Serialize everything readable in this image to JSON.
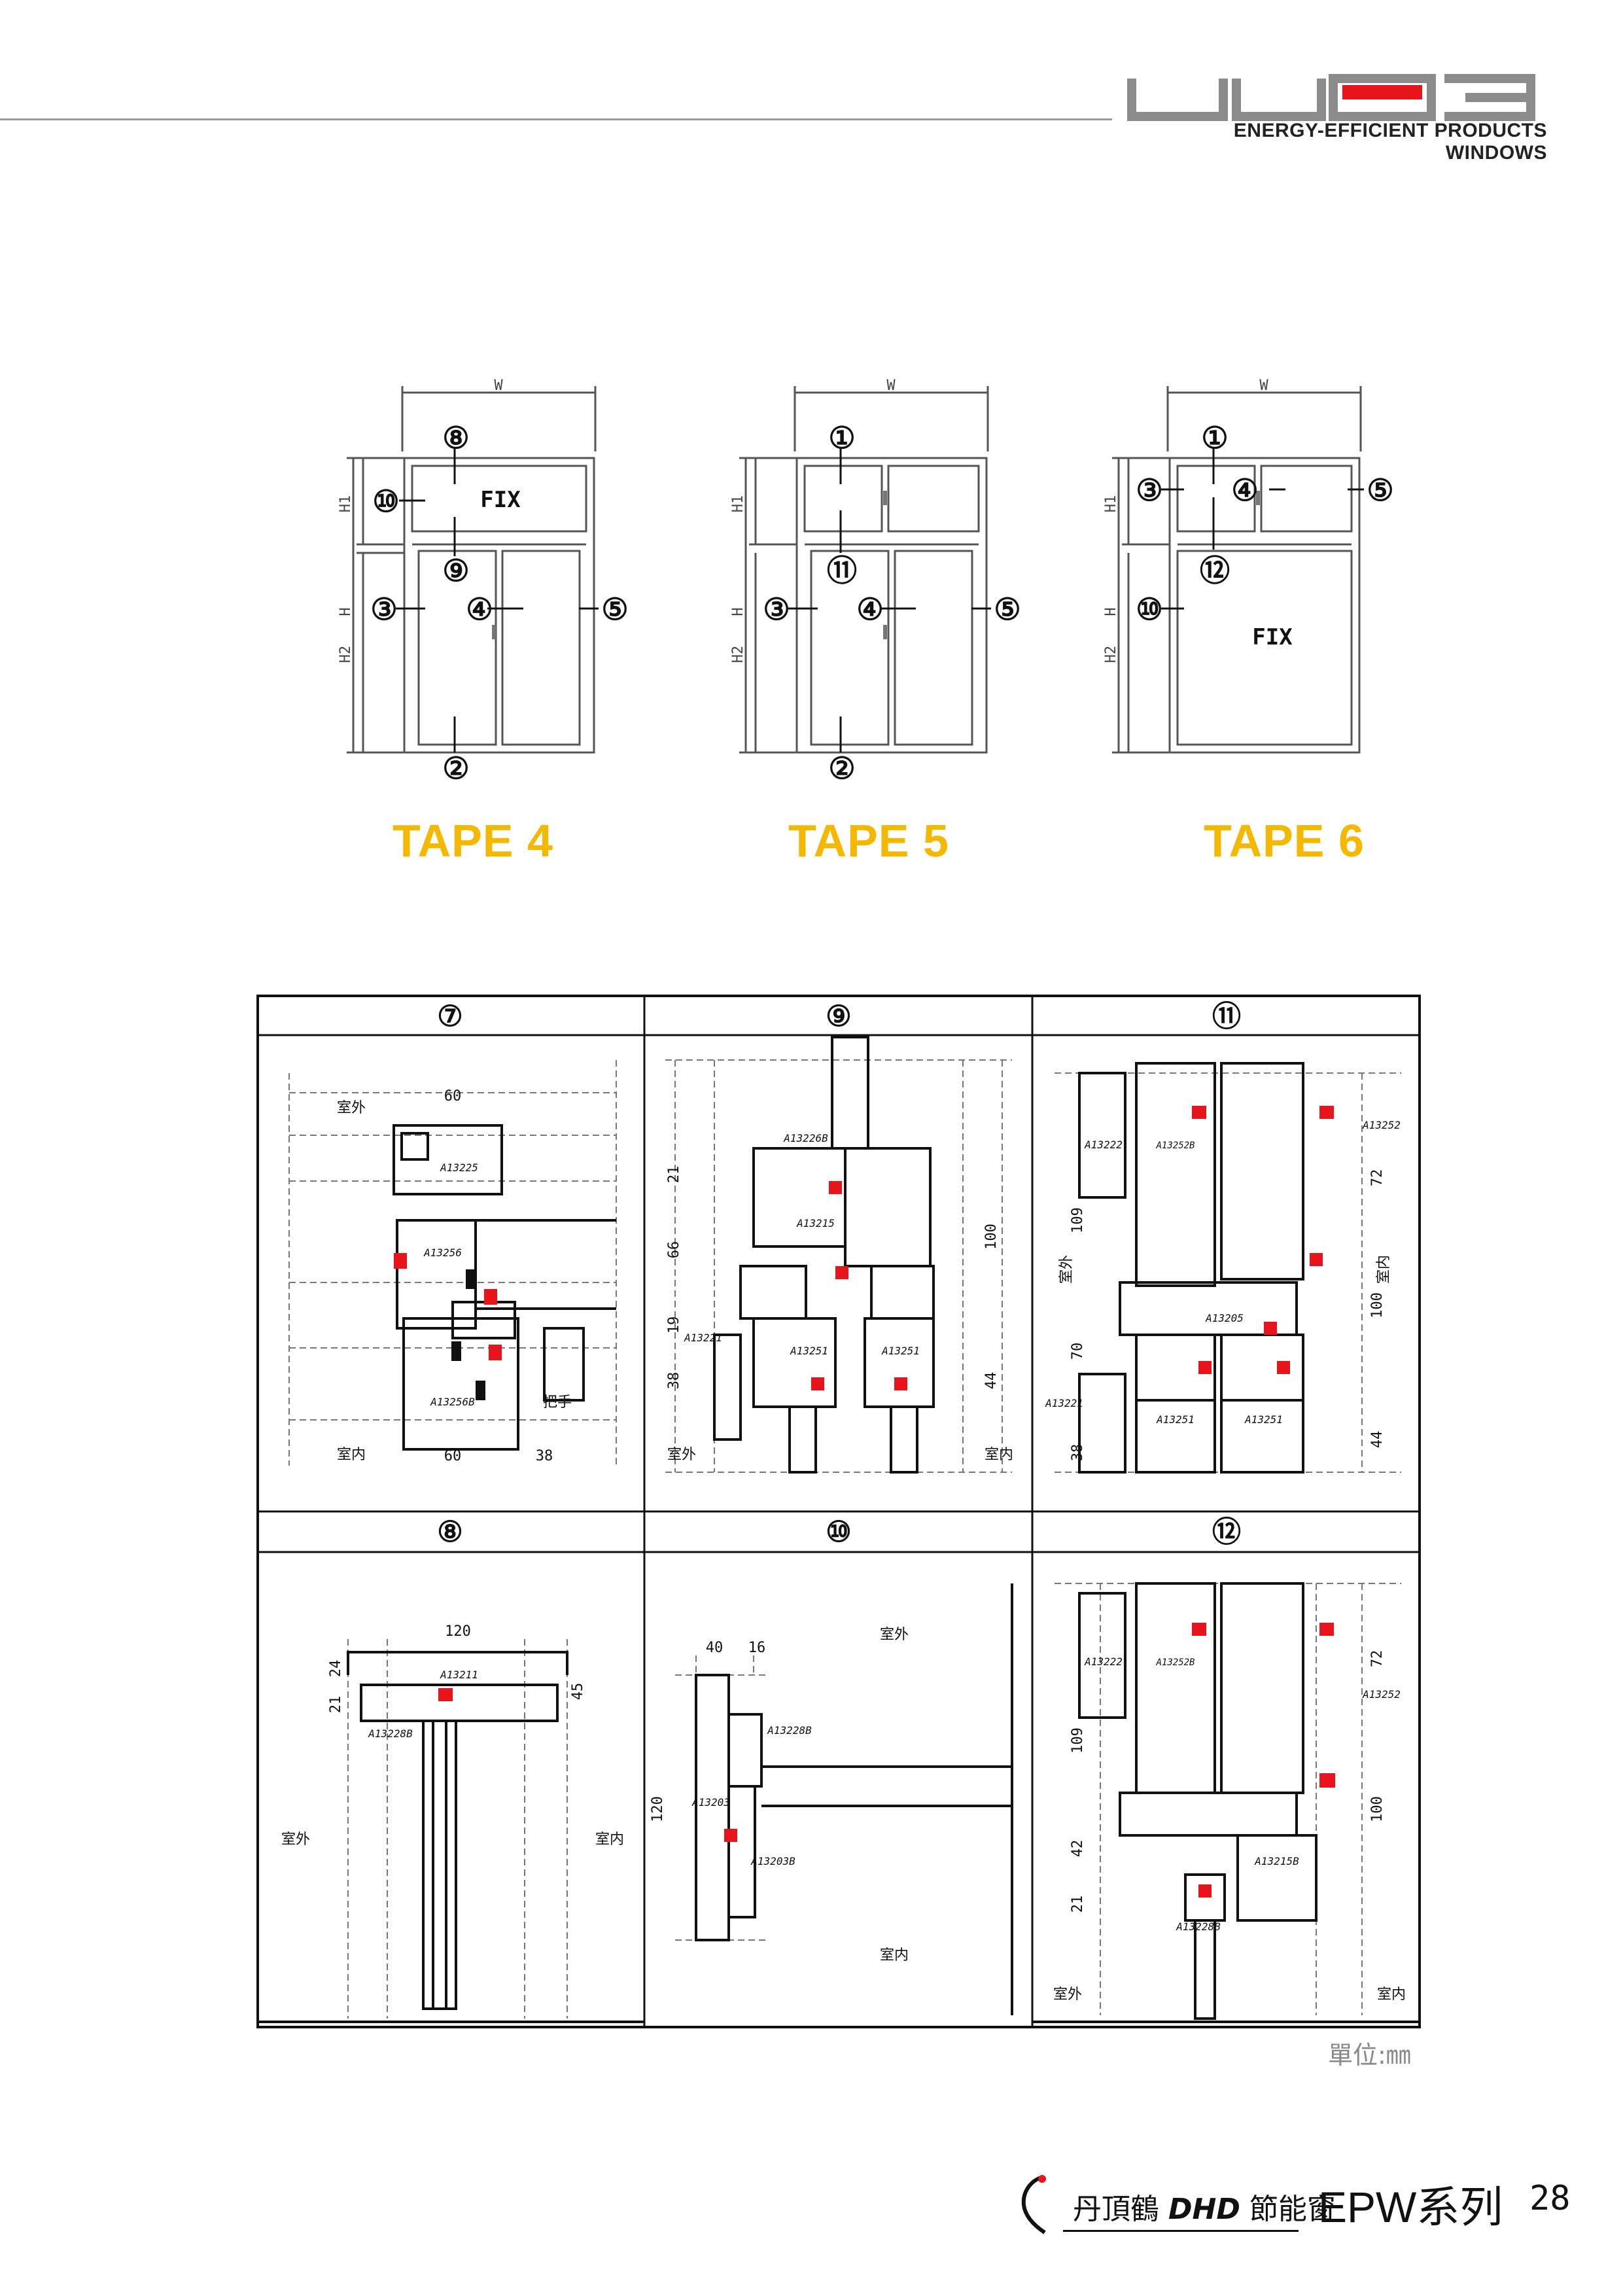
{
  "header": {
    "brand_tagline": "ENERGY-EFFICIENT PRODUCTS WINDOWS",
    "brand_accent_color": "#e8141c",
    "brand_gray_color": "#8c8c8c"
  },
  "window_types": [
    {
      "title": "TAPE 4",
      "dim_w": "W",
      "dim_h": "H",
      "dim_h1": "H1",
      "dim_h2": "H2",
      "fix_label": "FIX",
      "callouts": [
        "⑧",
        "⑩",
        "⑨",
        "③",
        "④",
        "⑤",
        "②"
      ]
    },
    {
      "title": "TAPE 5",
      "dim_w": "W",
      "dim_h": "H",
      "dim_h1": "H1",
      "dim_h2": "H2",
      "callouts": [
        "①",
        "⑪",
        "③",
        "④",
        "⑤",
        "②"
      ]
    },
    {
      "title": "TAPE 6",
      "dim_w": "W",
      "dim_h": "H",
      "dim_h1": "H1",
      "dim_h2": "H2",
      "fix_label": "FIX",
      "callouts": [
        "①",
        "③",
        "④",
        "⑤",
        "⑫",
        "⑩"
      ]
    }
  ],
  "sections": [
    {
      "id": "⑦",
      "outside": "室外",
      "inside": "室内",
      "handle": "把手",
      "parts": [
        "A13225",
        "A13256",
        "A13256B"
      ],
      "dims": [
        "60",
        "60",
        "38"
      ]
    },
    {
      "id": "⑨",
      "outside": "室外",
      "inside": "室内",
      "parts": [
        "A13226B",
        "A13215",
        "A13221",
        "A13251",
        "A13251"
      ],
      "dims": [
        "21",
        "66",
        "19",
        "38",
        "100",
        "44"
      ]
    },
    {
      "id": "⑪",
      "outside": "室外",
      "inside": "室内",
      "parts": [
        "A13222",
        "A13252B",
        "A13252",
        "A13205",
        "A13221",
        "A13251",
        "A13251"
      ],
      "dims": [
        "109",
        "70",
        "38",
        "72",
        "100",
        "44"
      ]
    },
    {
      "id": "⑧",
      "outside": "室外",
      "inside": "室内",
      "parts": [
        "A13211",
        "A13228B"
      ],
      "dims": [
        "120",
        "24",
        "21",
        "45"
      ]
    },
    {
      "id": "⑩",
      "outside": "室外",
      "inside": "室内",
      "parts": [
        "A13228B",
        "A13203",
        "A13203B"
      ],
      "dims": [
        "40",
        "16",
        "120"
      ]
    },
    {
      "id": "⑫",
      "outside": "室外",
      "inside": "室内",
      "parts": [
        "A13222",
        "A13252B",
        "A13252",
        "A13215B",
        "A13228B"
      ],
      "dims": [
        "109",
        "42",
        "21",
        "72",
        "100"
      ]
    }
  ],
  "unit_label": "單位:㎜",
  "footer": {
    "brand_cn_1": "丹頂鶴",
    "brand_dhd": "DHD",
    "brand_cn_2": "節能窗",
    "series": "EPW系列",
    "page": "28"
  }
}
